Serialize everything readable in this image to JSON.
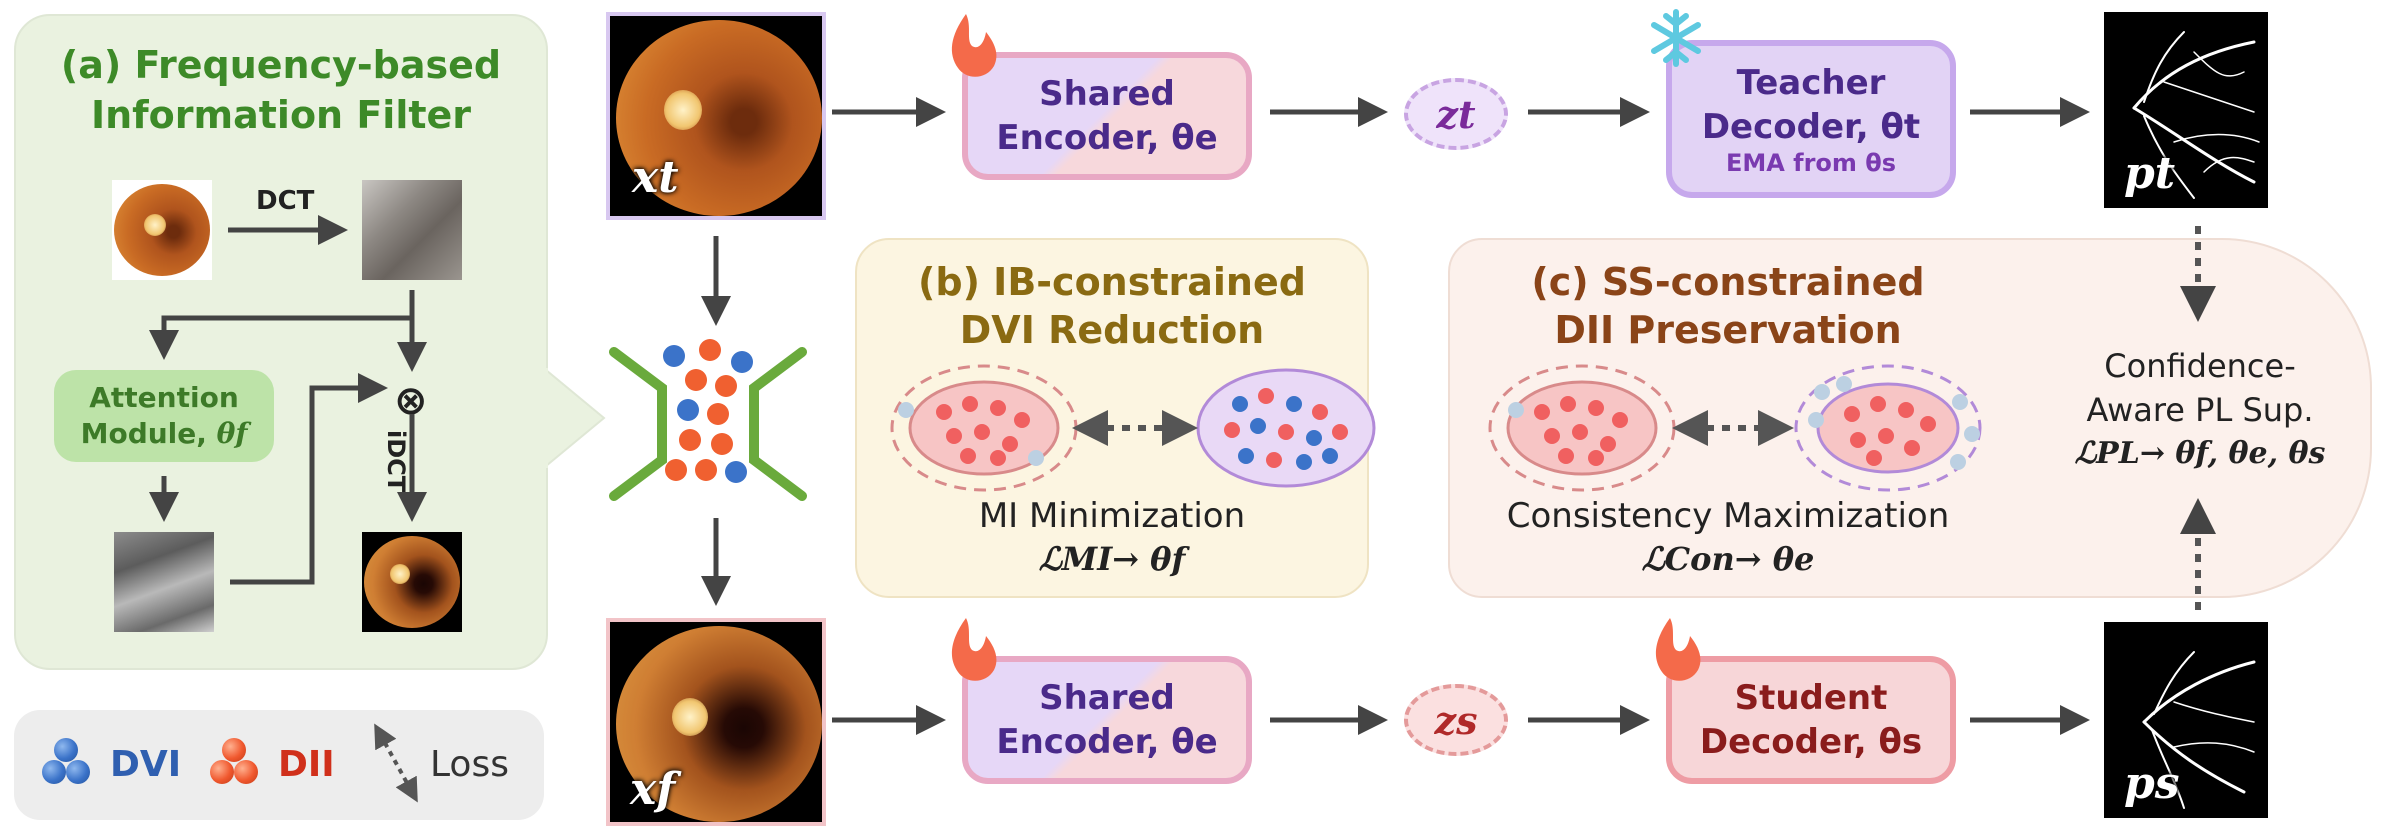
{
  "panel_a": {
    "title_line1": "(a) Frequency-based",
    "title_line2": "Information Filter",
    "dct_label": "DCT",
    "idct_label": "iDCT",
    "otimes": "⊗",
    "attention_line1": "Attention",
    "attention_line2": "Module, ",
    "attention_param": "θf"
  },
  "panel_b": {
    "title_line1": "(b) IB-constrained",
    "title_line2": "DVI Reduction",
    "caption": "MI Minimization",
    "loss": "ℒMI→ θf"
  },
  "panel_c": {
    "title_line1": "(c) SS-constrained",
    "title_line2": "DII Preservation",
    "caption": "Consistency Maximization",
    "loss": "ℒCon→ θe"
  },
  "pl_sup": {
    "line1": "Confidence-",
    "line2": "Aware PL Sup.",
    "loss": "ℒPL→ θf, θe, θs"
  },
  "top_row": {
    "input_label": "xt",
    "encoder_line1": "Shared",
    "encoder_line2": "Encoder, θe",
    "latent": "zt",
    "teacher_line1": "Teacher",
    "teacher_line2": "Decoder, θt",
    "teacher_line3": "EMA from θs",
    "output_label": "pt"
  },
  "bottom_row": {
    "input_label": "xf",
    "encoder_line1": "Shared",
    "encoder_line2": "Encoder, θe",
    "latent": "zs",
    "student_line1": "Student",
    "student_line2": "Decoder, θs",
    "output_label": "ps"
  },
  "legend": {
    "dvi": "DVI",
    "dii": "DII",
    "loss": "Loss"
  },
  "icons": {
    "trainable": "flame-icon",
    "frozen": "snowflake-icon"
  },
  "colors": {
    "title_green": "#3d8a28",
    "title_olive": "#8a6a12",
    "title_brown": "#8a4418",
    "purple_text": "#4a2a8a",
    "dark_red_text": "#8a1c1c",
    "dvi_blue": "#2f5fb0",
    "dii_red": "#d0301b"
  }
}
